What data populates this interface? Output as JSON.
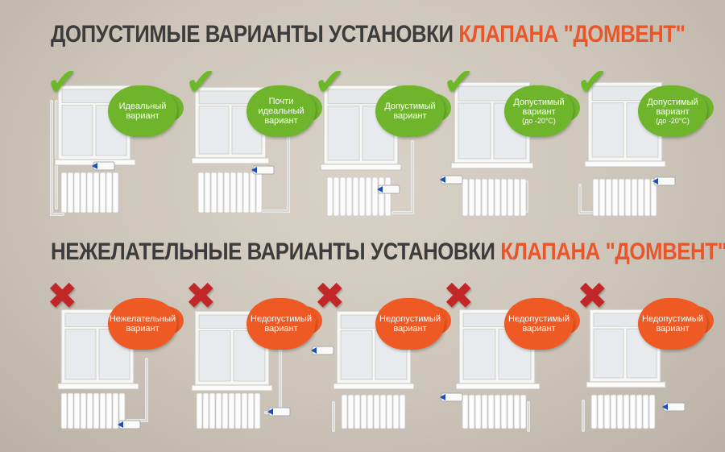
{
  "headings": {
    "acceptable": {
      "main": "ДОПУСТИМЫЕ ВАРИАНТЫ УСТАНОВКИ",
      "accent": "КЛАПАНА \"ДОМВЕНТ\""
    },
    "undesirable": {
      "main": "НЕЖЕЛАТЕЛЬНЫЕ ВАРИАНТЫ УСТАНОВКИ",
      "accent": "КЛАПАНА \"ДОМВЕНТ\""
    }
  },
  "acceptable_variants": [
    {
      "label": "Идеальный вариант",
      "note": "",
      "icon": "check-icon"
    },
    {
      "label": "Почти идеальный вариант",
      "note": "",
      "icon": "check-icon"
    },
    {
      "label": "Допустимый вариант",
      "note": "",
      "icon": "check-icon"
    },
    {
      "label": "Допустимый вариант",
      "note": "(до -20°C)",
      "icon": "check-icon"
    },
    {
      "label": "Допустимый вариант",
      "note": "(до -20°C)",
      "icon": "check-icon"
    }
  ],
  "undesirable_variants": [
    {
      "label": "Нежелательный вариант",
      "icon": "cross-icon"
    },
    {
      "label": "Недопустимый вариант",
      "icon": "cross-icon"
    },
    {
      "label": "Недопустимый вариант",
      "icon": "cross-icon"
    },
    {
      "label": "Недопустимый вариант",
      "icon": "cross-icon"
    },
    {
      "label": "Недопустимый вариант",
      "icon": "cross-icon"
    }
  ],
  "colors": {
    "accent": "#e9562a",
    "heading_dark": "#3c3c3c",
    "acceptable_cloud": "#6fb52c",
    "undesirable_cloud": "#ef5a24",
    "check": "#6cb928",
    "cross": "#c12727",
    "valve_arrow": "#1e4fb5"
  }
}
